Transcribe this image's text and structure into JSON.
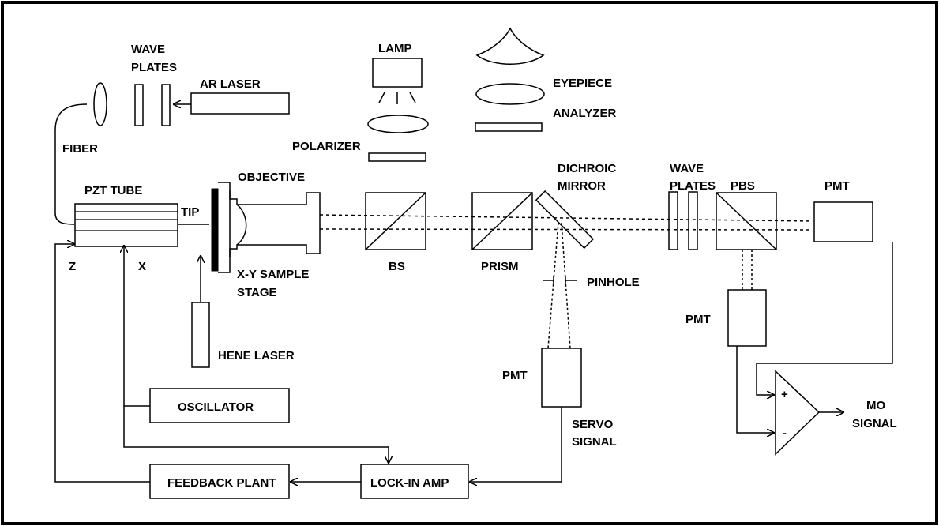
{
  "labels": {
    "wave_plates_left_1": "WAVE",
    "wave_plates_left_2": "PLATES",
    "ar_laser": "AR LASER",
    "lamp": "LAMP",
    "eyepiece": "EYEPIECE",
    "analyzer": "ANALYZER",
    "fiber": "FIBER",
    "polarizer": "POLARIZER",
    "objective": "OBJECTIVE",
    "dichroic_1": "DICHROIC",
    "dichroic_2": "MIRROR",
    "wave_plates_right_1": "WAVE",
    "wave_plates_right_2": "PLATES",
    "pbs": "PBS",
    "pmt_right": "PMT",
    "pzt_tube": "PZT TUBE",
    "tip": "TIP",
    "z": "Z",
    "x": "X",
    "sample_stage_1": "X-Y SAMPLE",
    "sample_stage_2": "STAGE",
    "bs": "BS",
    "prism": "PRISM",
    "pinhole": "PINHOLE",
    "pmt_lower": "PMT",
    "hene_laser": "HENE LASER",
    "pmt_center": "PMT",
    "oscillator": "OSCILLATOR",
    "servo_1": "SERVO",
    "servo_2": "SIGNAL",
    "plus": "+",
    "minus": "-",
    "mo_1": "MO",
    "mo_2": "SIGNAL",
    "feedback_plant": "FEEDBACK PLANT",
    "lock_in_amp": "LOCK-IN AMP"
  },
  "colors": {
    "ink": "#000000",
    "paper": "#ffffff"
  }
}
